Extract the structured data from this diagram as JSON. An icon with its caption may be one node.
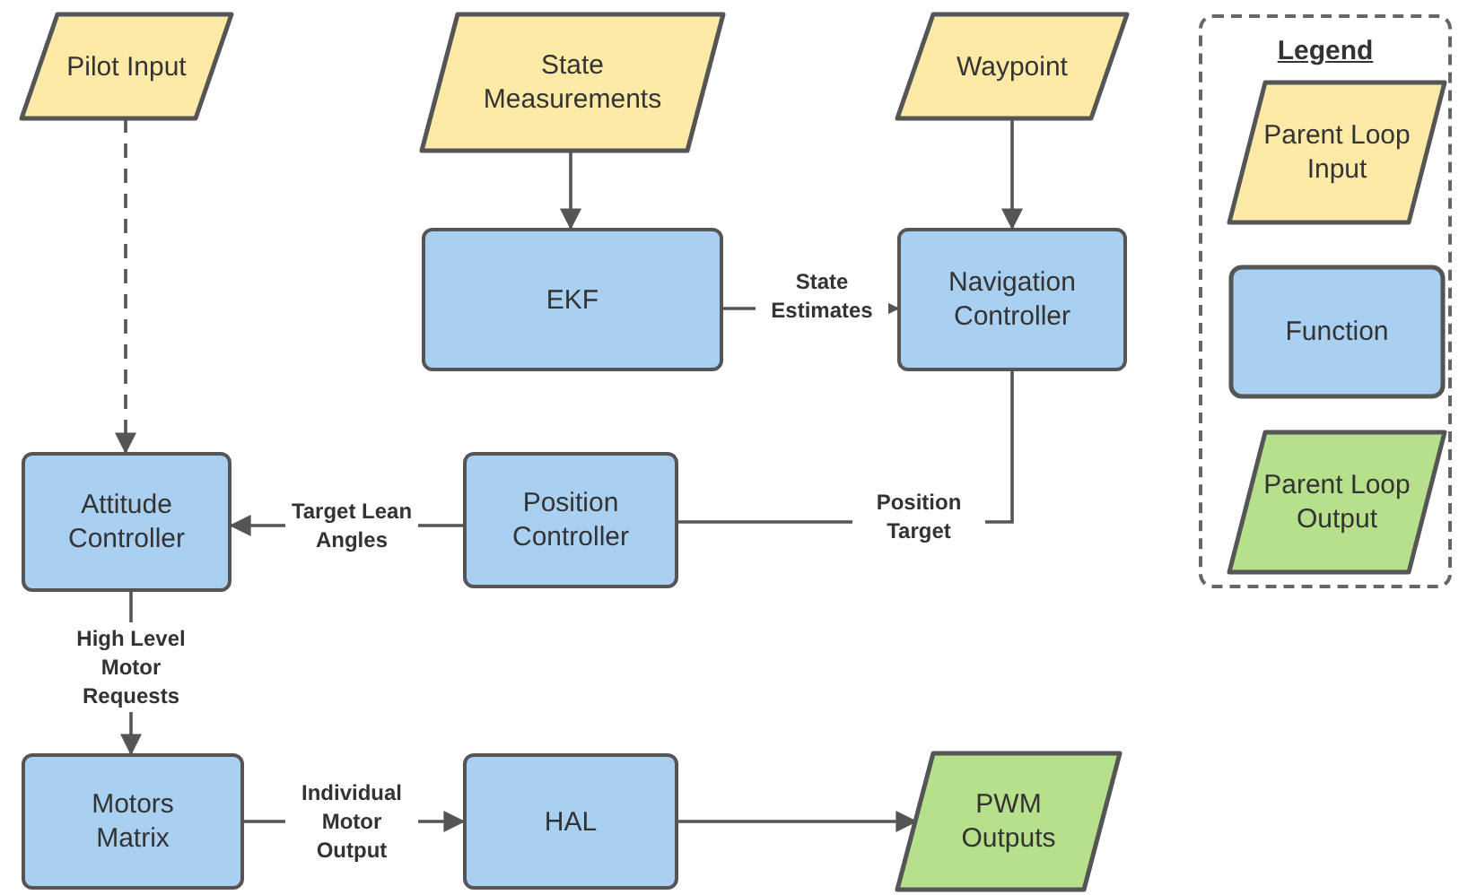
{
  "diagram": {
    "nodes": [
      {
        "text": [
          "Pilot Input"
        ]
      },
      {
        "text": [
          "State Measurements"
        ]
      },
      {
        "text": [
          "Waypoint"
        ]
      },
      {
        "text": [
          "EKF"
        ]
      },
      {
        "text": [
          "Navigation Controller"
        ]
      },
      {
        "text": [
          "Attitude Controller"
        ]
      },
      {
        "text": [
          "Position Controller"
        ]
      },
      {
        "text": [
          "Motors Matrix"
        ]
      },
      {
        "text": [
          "HAL"
        ]
      },
      {
        "text": [
          "PWM Outputs"
        ]
      }
    ],
    "edges": [
      {
        "from": 0,
        "to": 5,
        "arrow": "to",
        "style": "dashed"
      },
      {
        "from": 1,
        "to": 3,
        "arrow": "to"
      },
      {
        "from": 2,
        "to": 4,
        "arrow": "to"
      },
      {
        "from": 3,
        "to": 4,
        "arrow": "to",
        "label": "State Estimates"
      },
      {
        "from": 4,
        "to": 6,
        "arrow": "none",
        "label": "Position Target"
      },
      {
        "from": 6,
        "to": 5,
        "arrow": "to",
        "label": "Target Lean Angles"
      },
      {
        "from": 5,
        "to": 7,
        "arrow": "to",
        "label": "High Level Motor Requests"
      },
      {
        "from": 7,
        "to": 8,
        "arrow": "to",
        "label": "Individual Motor Output"
      },
      {
        "from": 8,
        "to": 9,
        "arrow": "to"
      }
    ],
    "labels": [
      "Legend"
    ],
    "legend": [
      {
        "text": "Parent Loop Input",
        "color": "#fdeaa7"
      },
      {
        "text": "Function",
        "color": "#a9d0f1"
      },
      {
        "text": "Parent Loop Output",
        "color": "#b6e08b"
      }
    ]
  }
}
